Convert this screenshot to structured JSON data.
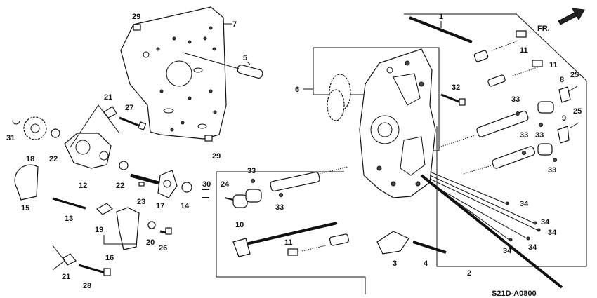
{
  "diagram": {
    "code": "S21D-A0800",
    "direction_label": "FR.",
    "callouts": [
      {
        "id": "c1",
        "text": "1"
      },
      {
        "id": "c2",
        "text": "2"
      },
      {
        "id": "c3",
        "text": "3"
      },
      {
        "id": "c4",
        "text": "4"
      },
      {
        "id": "c5",
        "text": "5"
      },
      {
        "id": "c6",
        "text": "6"
      },
      {
        "id": "c7",
        "text": "7"
      },
      {
        "id": "c8",
        "text": "8"
      },
      {
        "id": "c9",
        "text": "9"
      },
      {
        "id": "c10",
        "text": "10"
      },
      {
        "id": "c11a",
        "text": "11"
      },
      {
        "id": "c11b",
        "text": "11"
      },
      {
        "id": "c11c",
        "text": "11"
      },
      {
        "id": "c12",
        "text": "12"
      },
      {
        "id": "c13",
        "text": "13"
      },
      {
        "id": "c14",
        "text": "14"
      },
      {
        "id": "c15",
        "text": "15"
      },
      {
        "id": "c16",
        "text": "16"
      },
      {
        "id": "c17",
        "text": "17"
      },
      {
        "id": "c18",
        "text": "18"
      },
      {
        "id": "c19",
        "text": "19"
      },
      {
        "id": "c20",
        "text": "20"
      },
      {
        "id": "c21a",
        "text": "21"
      },
      {
        "id": "c21b",
        "text": "21"
      },
      {
        "id": "c22a",
        "text": "22"
      },
      {
        "id": "c22b",
        "text": "22"
      },
      {
        "id": "c23",
        "text": "23"
      },
      {
        "id": "c24",
        "text": "24"
      },
      {
        "id": "c25a",
        "text": "25"
      },
      {
        "id": "c25b",
        "text": "25"
      },
      {
        "id": "c26",
        "text": "26"
      },
      {
        "id": "c27",
        "text": "27"
      },
      {
        "id": "c28",
        "text": "28"
      },
      {
        "id": "c29a",
        "text": "29"
      },
      {
        "id": "c29b",
        "text": "29"
      },
      {
        "id": "c30",
        "text": "30"
      },
      {
        "id": "c31",
        "text": "31"
      },
      {
        "id": "c32",
        "text": "32"
      },
      {
        "id": "c33a",
        "text": "33"
      },
      {
        "id": "c33b",
        "text": "33"
      },
      {
        "id": "c33c",
        "text": "33"
      },
      {
        "id": "c33d",
        "text": "33"
      },
      {
        "id": "c33e",
        "text": "33"
      },
      {
        "id": "c33f",
        "text": "33"
      },
      {
        "id": "c34a",
        "text": "34"
      },
      {
        "id": "c34b",
        "text": "34"
      },
      {
        "id": "c34c",
        "text": "34"
      },
      {
        "id": "c34d",
        "text": "34"
      },
      {
        "id": "c34e",
        "text": "34"
      }
    ]
  }
}
